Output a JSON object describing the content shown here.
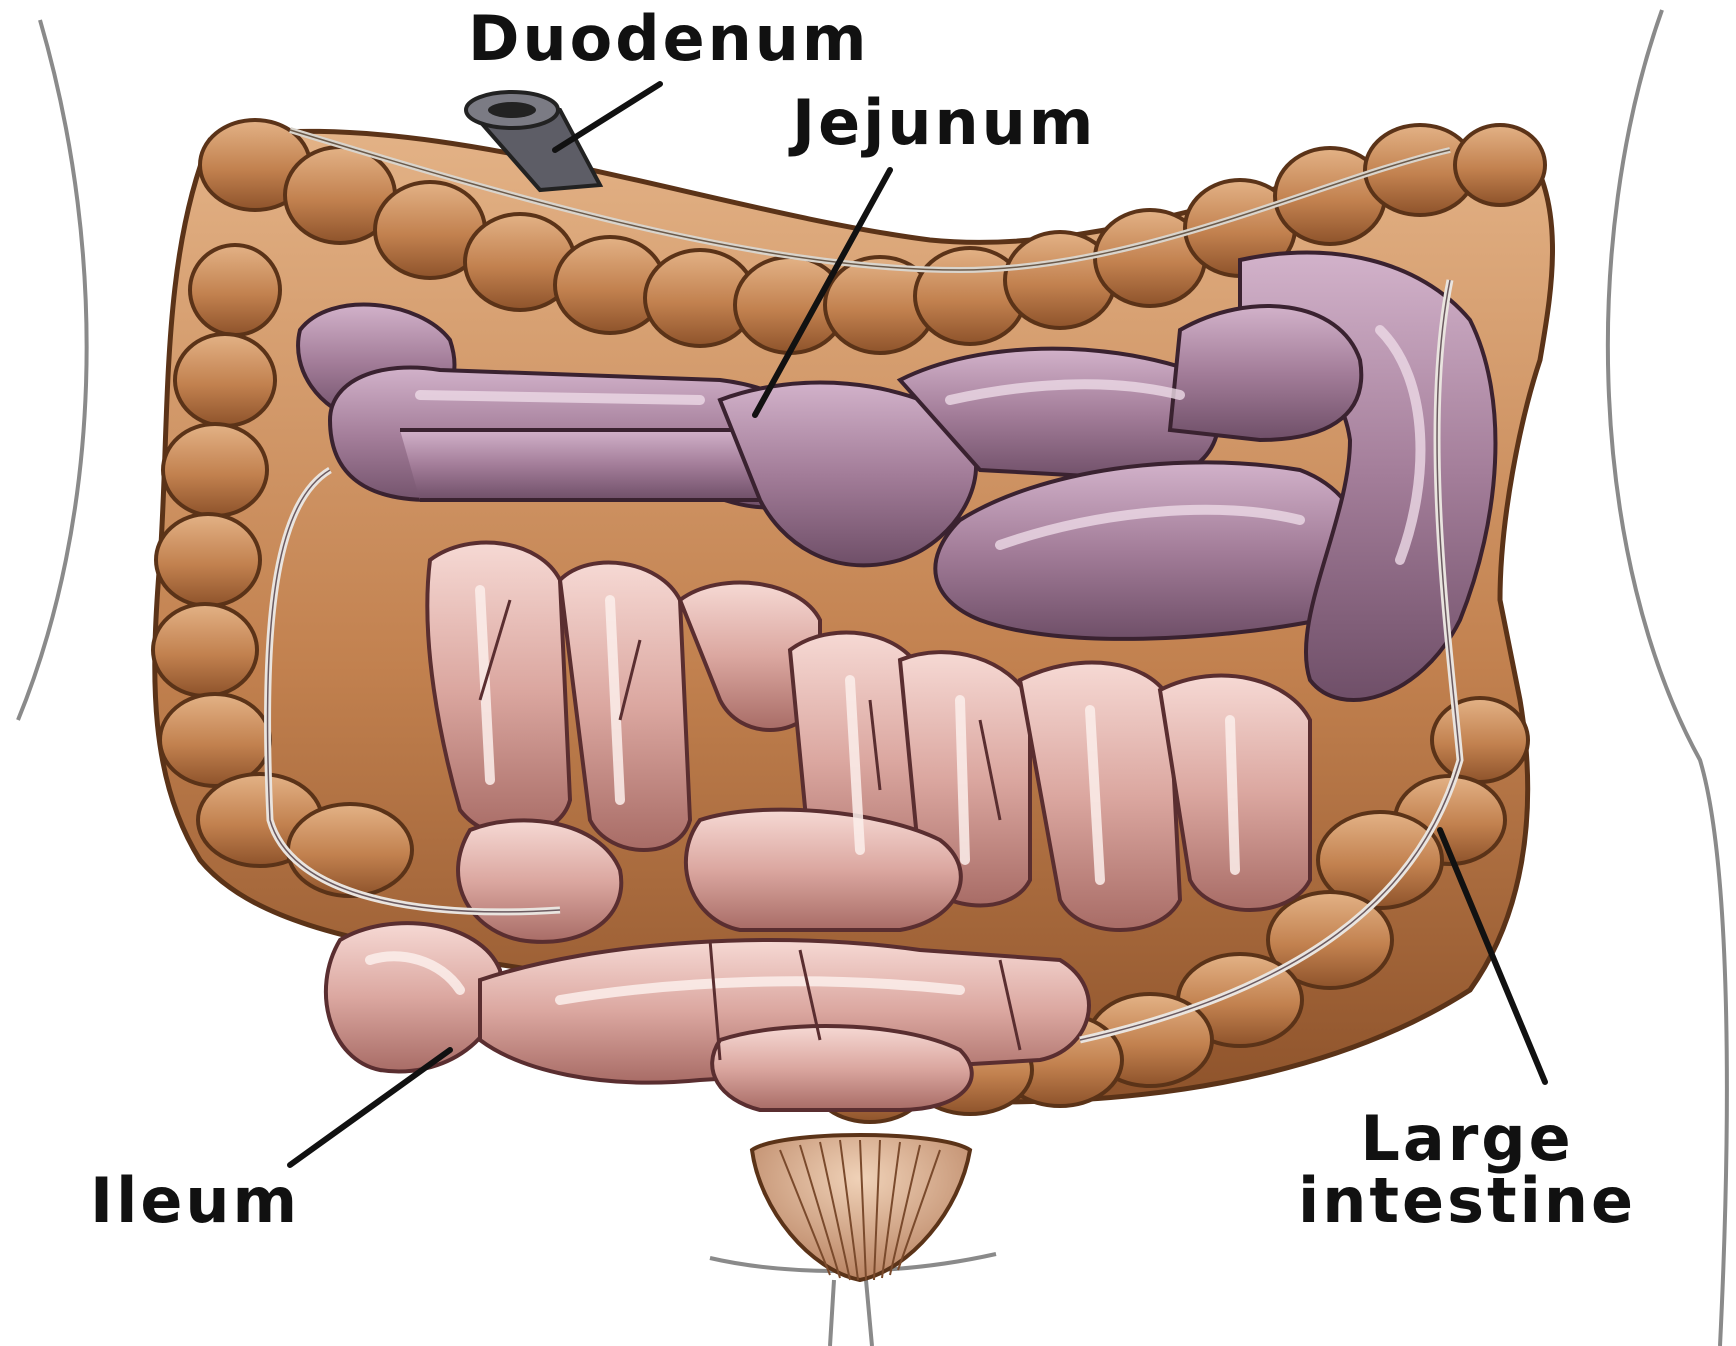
{
  "labels": {
    "duodenum": "Duodenum",
    "jejunum": "Jejunum",
    "ileum": "Ileum",
    "large_intestine_line1": "Large",
    "large_intestine_line2": "intestine"
  },
  "colors": {
    "large_intestine": "#c2814f",
    "large_intestine_dark": "#6e3f1f",
    "large_intestine_light": "#e0ae82",
    "jejunum": "#9a7390",
    "jejunum_light": "#c9a6c0",
    "ileum": "#d49c96",
    "ileum_light": "#f3d1cc",
    "duodenum": "#5d5d66",
    "outline": "#3a2230",
    "leader_line": "#111111",
    "body_outline": "#8a8a8a"
  },
  "icons": [
    "duodenum-tube",
    "rectum-muscle"
  ]
}
